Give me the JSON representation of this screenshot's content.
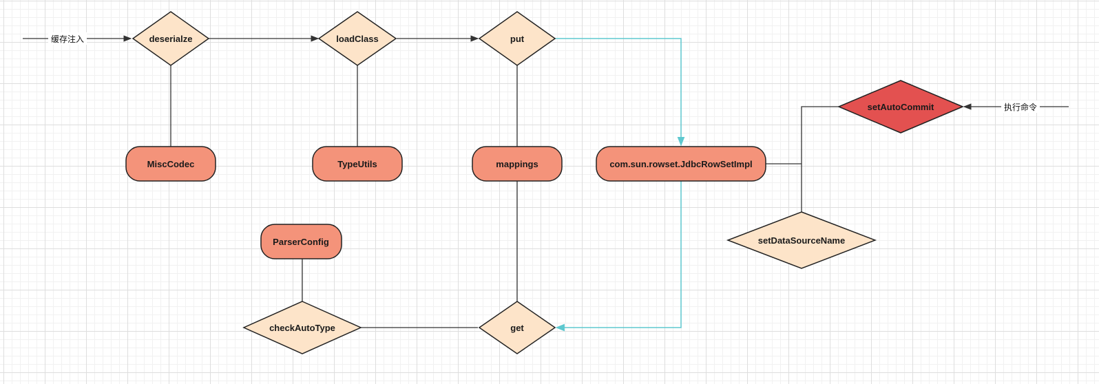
{
  "colors": {
    "diamond_fill": "#fde4c9",
    "diamond_highlight_fill": "#e35150",
    "pill_fill": "#f4937a",
    "stroke": "#222222",
    "connector": "#333333",
    "accent_arrow": "#5ec8cf"
  },
  "inputs": {
    "cache_injection": "缓存注入",
    "execute_command": "执行命令"
  },
  "nodes": {
    "deserialze": "deserialze",
    "loadclass": "loadClass",
    "put": "put",
    "misccodec": "MiscCodec",
    "typeutils": "TypeUtils",
    "mappings": "mappings",
    "jdbcrowsetimpl": "com.sun.rowset.JdbcRowSetImpl",
    "setautocommit": "setAutoCommit",
    "setdatasourcename": "setDataSourceName",
    "parserconfig": "ParserConfig",
    "checkautotype": "checkAutoType",
    "get": "get"
  }
}
